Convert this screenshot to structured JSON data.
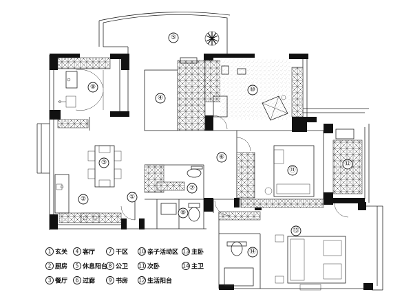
{
  "rooms": [
    {
      "id": "entrance",
      "num": "①"
    },
    {
      "id": "kitchen",
      "num": "②"
    },
    {
      "id": "dining",
      "num": "③"
    },
    {
      "id": "living",
      "num": "④"
    },
    {
      "id": "leisure-balcony",
      "num": "⑤"
    },
    {
      "id": "corridor",
      "num": "⑥"
    },
    {
      "id": "dry-zone",
      "num": "⑦"
    },
    {
      "id": "public-bath",
      "num": "⑧"
    },
    {
      "id": "study",
      "num": "⑨"
    },
    {
      "id": "family-activity",
      "num": "⑩"
    },
    {
      "id": "second-bedroom",
      "num": "⑪"
    },
    {
      "id": "service-balcony",
      "num": "⑫"
    },
    {
      "id": "master-bedroom",
      "num": "⑬"
    },
    {
      "id": "master-bath",
      "num": "⑭"
    }
  ],
  "legend": [
    {
      "num": "1",
      "label": "玄关"
    },
    {
      "num": "2",
      "label": "厨房"
    },
    {
      "num": "3",
      "label": "餐厅"
    },
    {
      "num": "4",
      "label": "客厅"
    },
    {
      "num": "5",
      "label": "休息阳台"
    },
    {
      "num": "6",
      "label": "过廊"
    },
    {
      "num": "7",
      "label": "干区"
    },
    {
      "num": "8",
      "label": "公卫"
    },
    {
      "num": "9",
      "label": "书房"
    },
    {
      "num": "10",
      "label": "亲子活动区"
    },
    {
      "num": "11",
      "label": "次卧"
    },
    {
      "num": "12",
      "label": "生活阳台"
    },
    {
      "num": "13",
      "label": "主卧"
    },
    {
      "num": "14",
      "label": "主卫"
    }
  ]
}
